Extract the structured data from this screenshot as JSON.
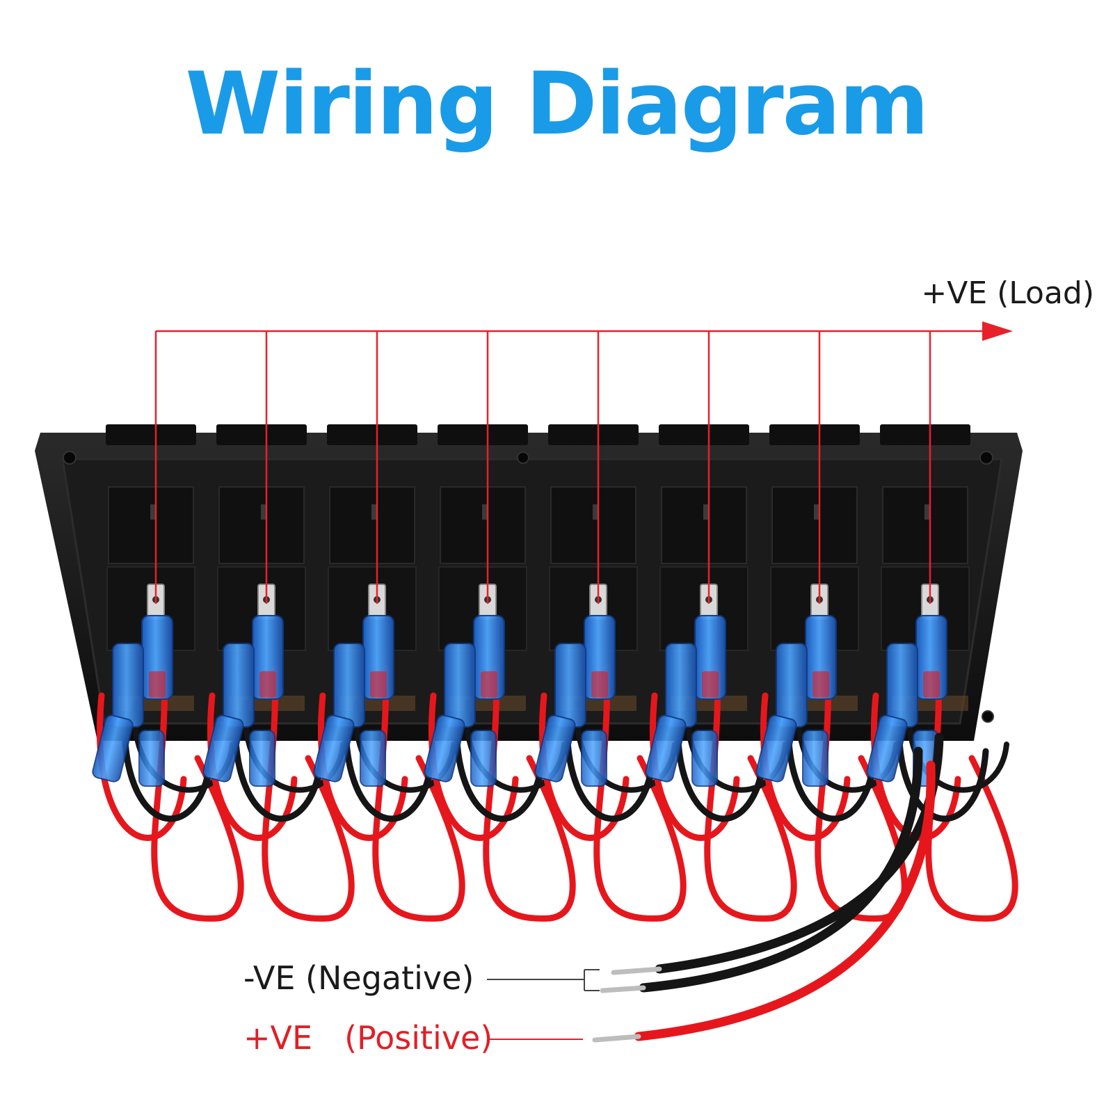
{
  "title": "Wiring Diagram",
  "labels": {
    "load": "+VE  (Load)",
    "negative": "-VE  (Negative)",
    "positive": "+VE　(Positive)"
  },
  "switch_count": 8,
  "colors": {
    "title": "#1a9be8",
    "load_line": "#e8202a",
    "positive_label": "#e11f26",
    "negative_label": "#1a1a1a",
    "panel": "#141414",
    "connector": "#2f86e6",
    "red_wire": "#e6171c",
    "black_wire": "#151515"
  }
}
